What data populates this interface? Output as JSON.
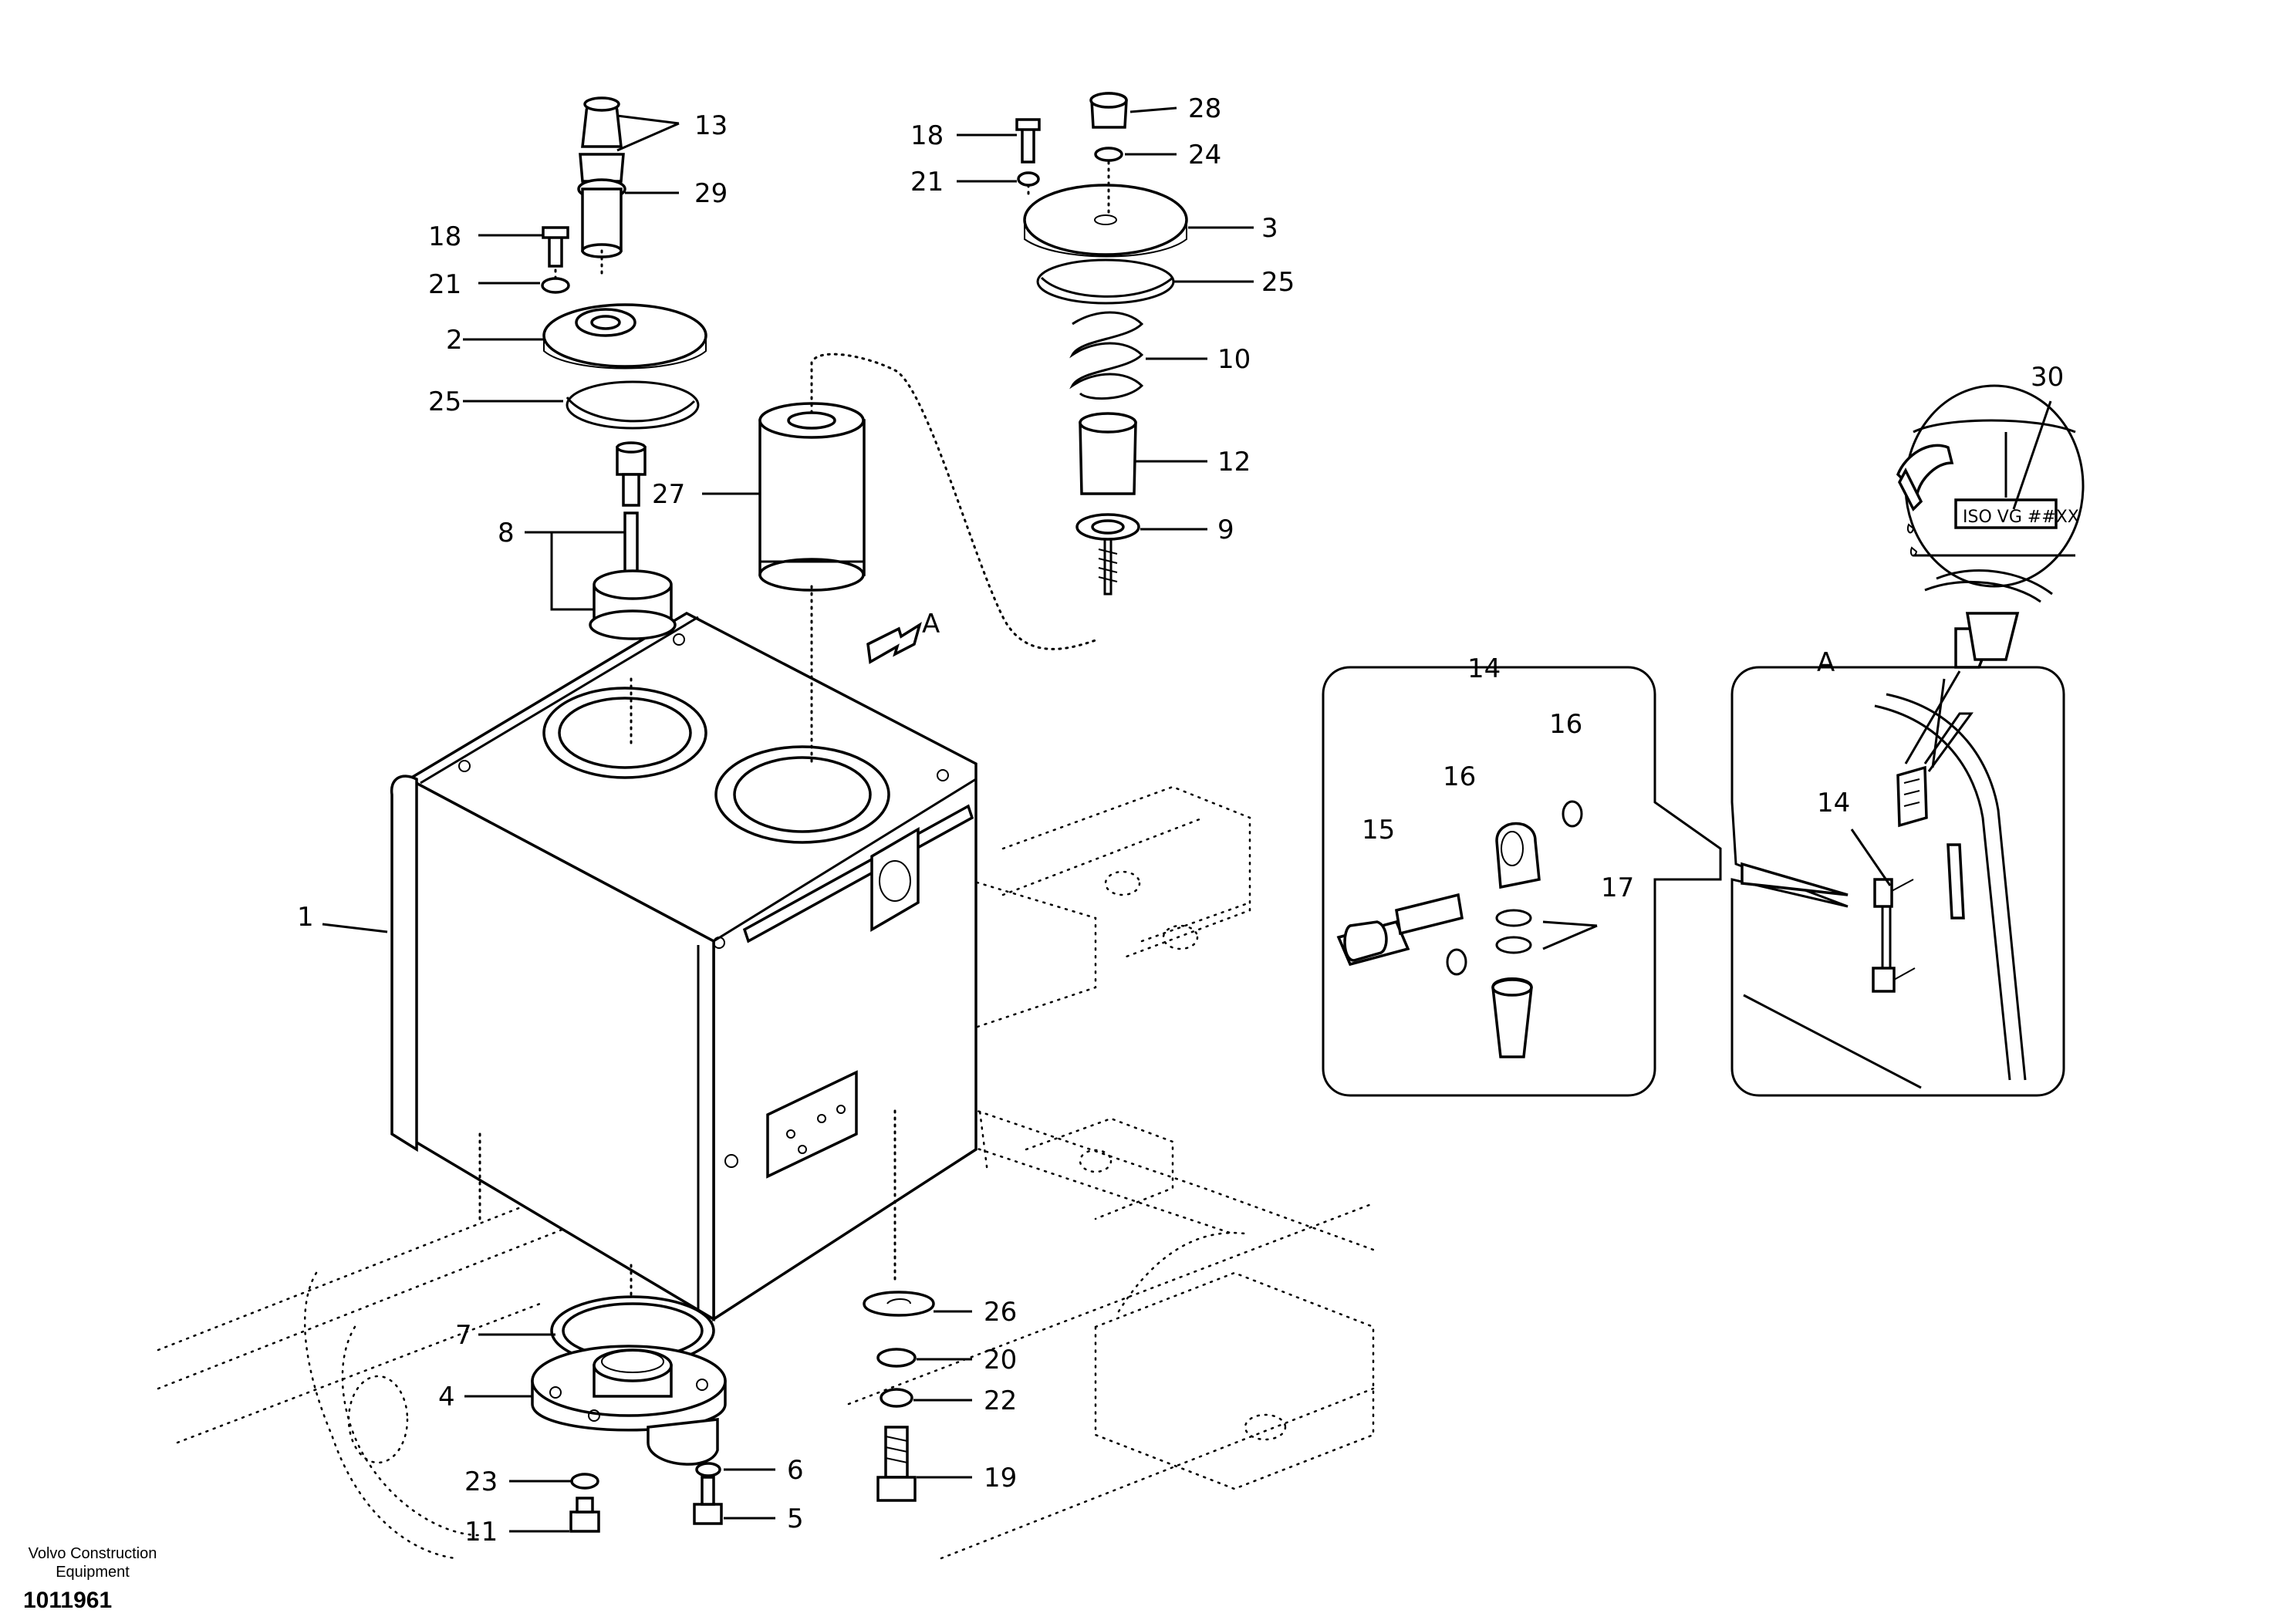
{
  "drawing": {
    "manufacturer_line1": "Volvo Construction",
    "manufacturer_line2": "Equipment",
    "drawing_number": "1011961",
    "view_label": "A",
    "decal_text": "ISO VG ##XX"
  },
  "callouts": [
    {
      "id": "c13",
      "text": "13"
    },
    {
      "id": "c29",
      "text": "29"
    },
    {
      "id": "c18a",
      "text": "18"
    },
    {
      "id": "c21a",
      "text": "21"
    },
    {
      "id": "c2",
      "text": "2"
    },
    {
      "id": "c25a",
      "text": "25"
    },
    {
      "id": "c8",
      "text": "8"
    },
    {
      "id": "c27",
      "text": "27"
    },
    {
      "id": "c18b",
      "text": "18"
    },
    {
      "id": "c21b",
      "text": "21"
    },
    {
      "id": "c28",
      "text": "28"
    },
    {
      "id": "c24",
      "text": "24"
    },
    {
      "id": "c3",
      "text": "3"
    },
    {
      "id": "c25b",
      "text": "25"
    },
    {
      "id": "c10",
      "text": "10"
    },
    {
      "id": "c12",
      "text": "12"
    },
    {
      "id": "c9",
      "text": "9"
    },
    {
      "id": "cA",
      "text": "A"
    },
    {
      "id": "c1",
      "text": "1"
    },
    {
      "id": "c26",
      "text": "26"
    },
    {
      "id": "c20",
      "text": "20"
    },
    {
      "id": "c22",
      "text": "22"
    },
    {
      "id": "c19",
      "text": "19"
    },
    {
      "id": "c7",
      "text": "7"
    },
    {
      "id": "c4",
      "text": "4"
    },
    {
      "id": "c23",
      "text": "23"
    },
    {
      "id": "c6",
      "text": "6"
    },
    {
      "id": "c11",
      "text": "11"
    },
    {
      "id": "c5",
      "text": "5"
    },
    {
      "id": "c30",
      "text": "30"
    },
    {
      "id": "c14box",
      "text": "14"
    },
    {
      "id": "c16a",
      "text": "16"
    },
    {
      "id": "c16b",
      "text": "16"
    },
    {
      "id": "c15",
      "text": "15"
    },
    {
      "id": "c17",
      "text": "17"
    },
    {
      "id": "cAbox",
      "text": "A"
    },
    {
      "id": "c14",
      "text": "14"
    }
  ]
}
